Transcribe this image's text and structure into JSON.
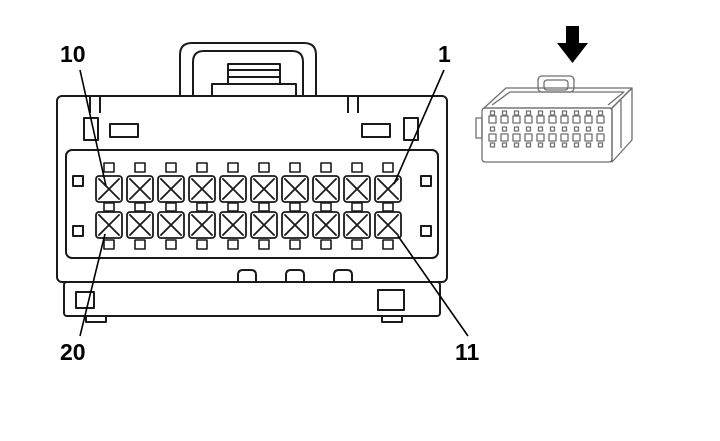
{
  "page": {
    "background": "#ffffff"
  },
  "diagram": {
    "type": "connector-pinout",
    "labels": {
      "top_left": "10",
      "top_right": "1",
      "bottom_left": "20",
      "bottom_right": "11"
    },
    "connector": {
      "rows": 2,
      "pins_per_row": 10
    },
    "icons": {
      "down_arrow": "↓"
    },
    "colors": {
      "main_line": "#1a1a1a",
      "small_line": "#6f6f6f",
      "arrow": "#000000"
    }
  }
}
